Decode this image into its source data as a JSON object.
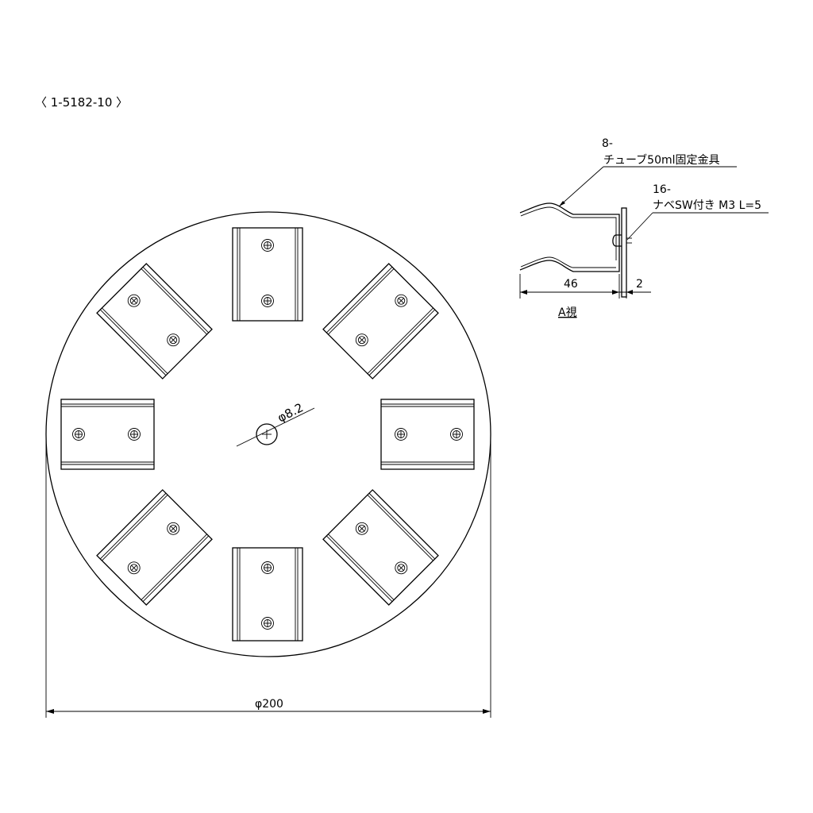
{
  "drawing": {
    "part_number": "〈 1-5182-10 〉",
    "dims": {
      "diameter": "φ200",
      "center_hole": "φ8.2",
      "clip_depth": "46",
      "plate_thickness": "2"
    },
    "labels": {
      "bracket_qty": "8-",
      "bracket_name": "チューブ50ml固定金具",
      "screw_qty": "16-",
      "screw_spec": "ナベSW付き M3 L=5",
      "view_name": "A視"
    },
    "bracket_angles_deg": [
      0,
      45,
      90,
      135,
      180,
      225,
      270,
      315
    ]
  }
}
